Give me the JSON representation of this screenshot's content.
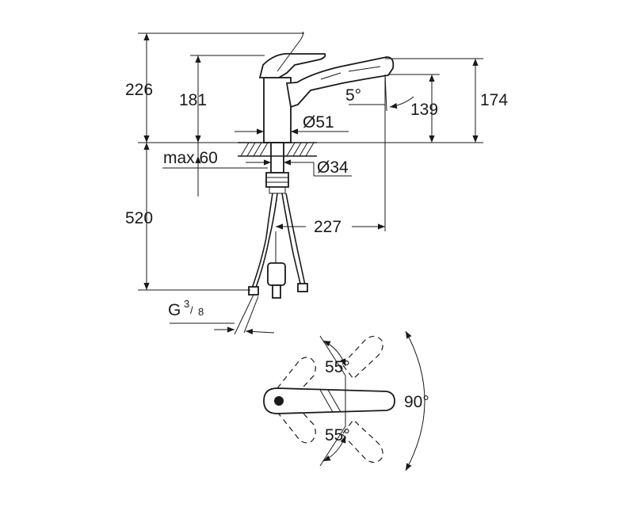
{
  "dimensions": {
    "total_height": "226",
    "body_height": "181",
    "spout_outlet_height": "139",
    "spout_top_height": "174",
    "spout_angle": "5°",
    "base_diameter": "Ø51",
    "hole_diameter": "Ø34",
    "max_thickness": "max.60",
    "hose_length": "520",
    "spout_reach": "227",
    "thread_prefix": "G",
    "thread_num": "3",
    "thread_den": "8",
    "handle_angle_upper": "55°",
    "handle_angle_lower": "55°",
    "swivel_angle": "90°"
  }
}
